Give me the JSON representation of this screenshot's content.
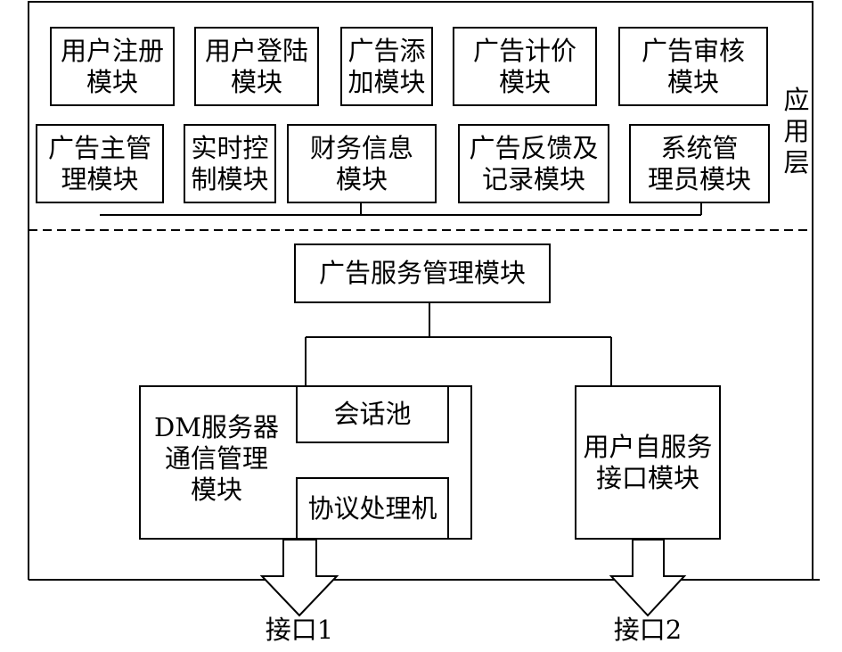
{
  "layer_label": "应\n用\n层",
  "app_modules_row1": [
    "用户注册\n模块",
    "用户登陆\n模块",
    "广告添\n加模块",
    "广告计价\n模块",
    "广告审核\n模块"
  ],
  "app_modules_row2": [
    "广告主管\n理模块",
    "实时控\n制模块",
    "财务信息\n模块",
    "广告反馈及\n记录模块",
    "系统管\n理员模块"
  ],
  "service_module": "广告服务管理模块",
  "dm_module": {
    "title": "DM服务器\n通信管理\n模块",
    "session_pool": "会话池",
    "protocol_processor": "协议处理机"
  },
  "user_self_service": "用户自服务\n接口模块",
  "interfaces": [
    "接口1",
    "接口2"
  ]
}
